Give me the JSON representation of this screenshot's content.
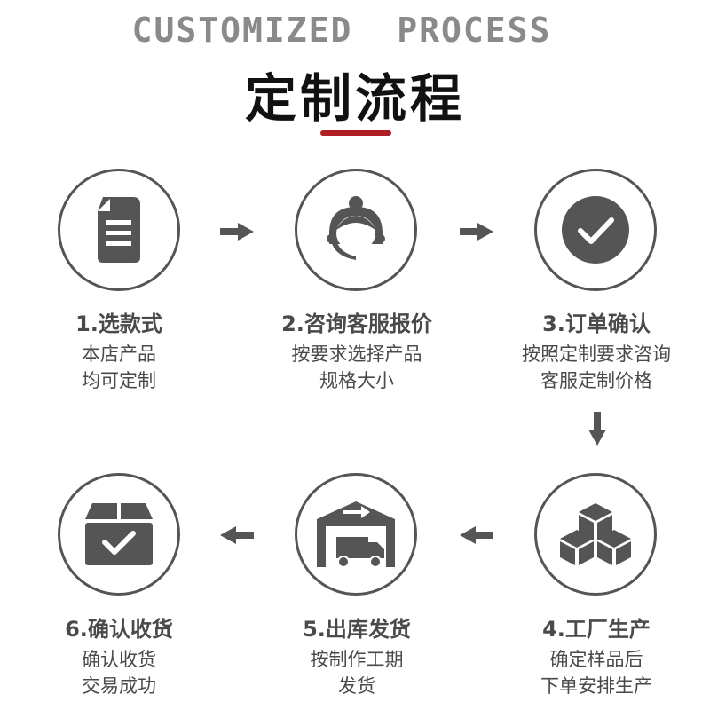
{
  "header": {
    "subtitle": "CUSTOMIZED  PROCESS",
    "title": "定制流程"
  },
  "colors": {
    "accent": "#b01e23",
    "icon": "#555555",
    "text": "#4a4a4a"
  },
  "steps": [
    {
      "name": "1.选款式",
      "desc": [
        "本店产品",
        "均可定制"
      ],
      "icon": "document-icon"
    },
    {
      "name": "2.咨询客服报价",
      "desc": [
        "按要求选择产品",
        "规格大小"
      ],
      "icon": "customer-service-icon"
    },
    {
      "name": "3.订单确认",
      "desc": [
        "按照定制要求咨询",
        "客服定制价格"
      ],
      "icon": "checkmark-icon"
    },
    {
      "name": "4.工厂生产",
      "desc": [
        "确定样品后",
        "下单安排生产"
      ],
      "icon": "cubes-icon"
    },
    {
      "name": "5.出库发货",
      "desc": [
        "按制作工期",
        "发货"
      ],
      "icon": "warehouse-truck-icon"
    },
    {
      "name": "6.确认收货",
      "desc": [
        "确认收货",
        "交易成功"
      ],
      "icon": "box-check-icon"
    }
  ]
}
